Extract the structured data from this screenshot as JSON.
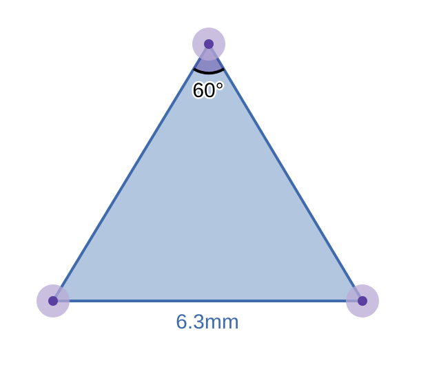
{
  "diagram": {
    "shape": "equilateral-triangle",
    "side_label": "6.3mm",
    "angle_label": "60°",
    "vertices": [
      "top",
      "bottom-left",
      "bottom-right"
    ],
    "colors": {
      "fill": "#b3c6e0",
      "stroke": "#3f6aab",
      "vertex_point": "#5a3fa0",
      "vertex_halo": "#b9aad6",
      "angle_arc": "#000000",
      "side_label": "#3f6aab"
    }
  }
}
